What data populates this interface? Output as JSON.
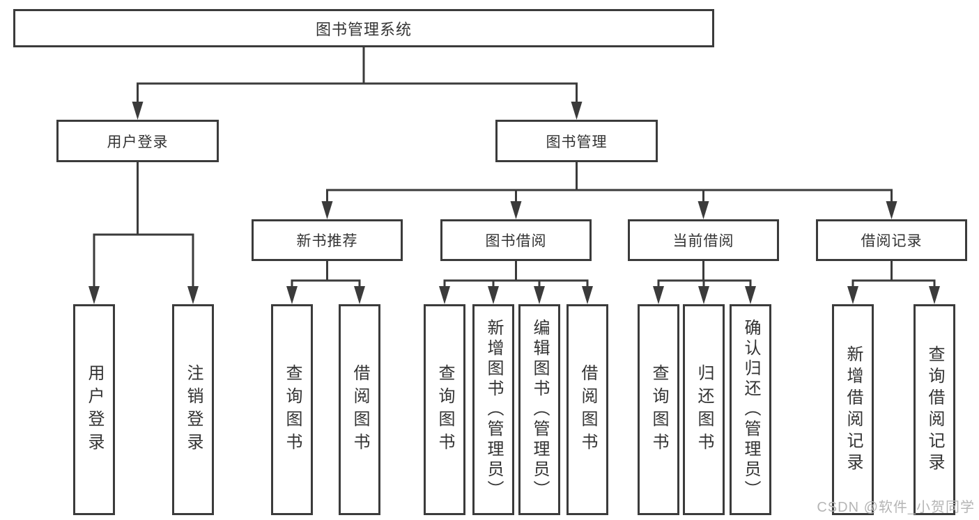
{
  "diagram": {
    "root": {
      "label": "图书管理系统"
    },
    "level2": [
      {
        "label": "用户登录",
        "children": [
          {
            "label": "用户登录"
          },
          {
            "label": "注销登录"
          }
        ]
      },
      {
        "label": "图书管理",
        "children": [
          {
            "label": "新书推荐",
            "children": [
              {
                "label": "查询图书"
              },
              {
                "label": "借阅图书"
              }
            ]
          },
          {
            "label": "图书借阅",
            "children": [
              {
                "label": "查询图书"
              },
              {
                "label": "新增图书（管理员）"
              },
              {
                "label": "编辑图书（管理员）"
              },
              {
                "label": "借阅图书"
              }
            ]
          },
          {
            "label": "当前借阅",
            "children": [
              {
                "label": "查询图书"
              },
              {
                "label": "归还图书"
              },
              {
                "label": "确认归还（管理员）"
              }
            ]
          },
          {
            "label": "借阅记录",
            "children": [
              {
                "label": "新增借阅记录"
              },
              {
                "label": "查询借阅记录"
              }
            ]
          }
        ]
      }
    ]
  },
  "watermark": {
    "text": "CSDN @软件_小贺同学"
  },
  "colors": {
    "line": "#3b3b3b",
    "node_text": "#333333",
    "watermark": "#b5b5b5",
    "background": "#ffffff"
  }
}
